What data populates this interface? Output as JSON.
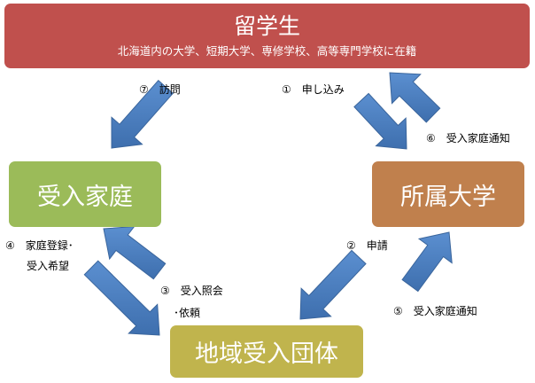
{
  "boxes": {
    "student_title": "留学生",
    "student_sub": "北海道内の大学、短期大学、専修学校、高等専門学校に在籍",
    "host_family": "受入家庭",
    "university": "所属大学",
    "local_org": "地域受入団体"
  },
  "labels": {
    "l7": "⑦　訪問",
    "l1": "①　申し込み",
    "l6": "⑥　受入家庭通知",
    "l4a": "④　家庭登録･",
    "l4b": "受入希望",
    "l2": "②　申請",
    "l3a": "③　受入照会",
    "l3b": "･依頼",
    "l5": "⑤　受入家庭通知"
  },
  "colors": {
    "student": "#c0504d",
    "host": "#9bbb59",
    "university": "#c0804d",
    "org": "#c0b44d",
    "arrow": "#4f81bd"
  }
}
